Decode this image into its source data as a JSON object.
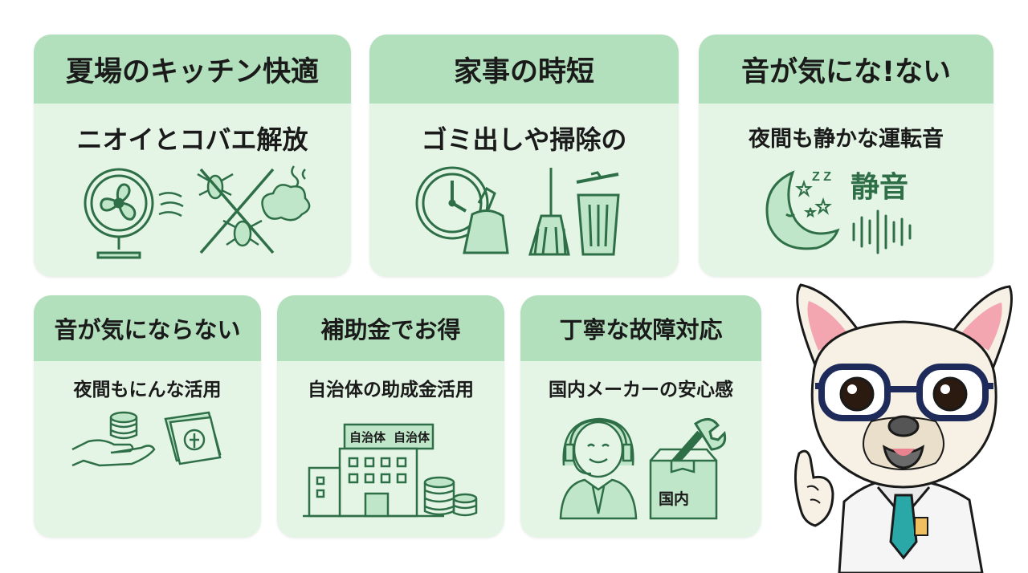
{
  "cards": [
    {
      "title": "夏場のキッチン快適",
      "subtitle": "ニオイとコバエ解放",
      "icons": [
        "fan-icon",
        "airflow-icon",
        "fly-icon",
        "crossed-out-icon",
        "odor-cloud-icon"
      ]
    },
    {
      "title": "家事の時短",
      "subtitle": "ゴミ出しや掃除の",
      "icons": [
        "clock-icon",
        "dustpan-icon",
        "broom-icon",
        "trash-can-icon"
      ]
    },
    {
      "title": "音が気にな!ない",
      "subtitle": "夜間も静かな運転音",
      "icons": [
        "moon-icon",
        "star-icon",
        "sleep-z-icon",
        "sound-wave-icon"
      ],
      "badge": "静音",
      "zz": "Z Z"
    },
    {
      "title": "音が気にならない",
      "subtitle": "夜間もにんな活用",
      "icons": [
        "hand-coins-icon",
        "banknotes-icon"
      ]
    },
    {
      "title": "補助金でお得",
      "subtitle": "自治体の助成金活用",
      "icons": [
        "city-hall-building-icon",
        "coin-stack-icon"
      ],
      "building_label_1": "自治体",
      "building_label_2": "自治体"
    },
    {
      "title": "丁寧な故障対応",
      "subtitle": "国内メーカーの安心感",
      "icons": [
        "support-agent-headset-icon",
        "wrench-icon",
        "package-box-icon"
      ],
      "box_label": "国内"
    }
  ],
  "mascot": {
    "icon": "french-bulldog-doctor-mascot-icon"
  },
  "colors": {
    "card_bg": "#e4f5e6",
    "card_header": "#b3e0bc",
    "icon_stroke": "#2f6f47",
    "icon_fill": "#bfe6c8"
  }
}
